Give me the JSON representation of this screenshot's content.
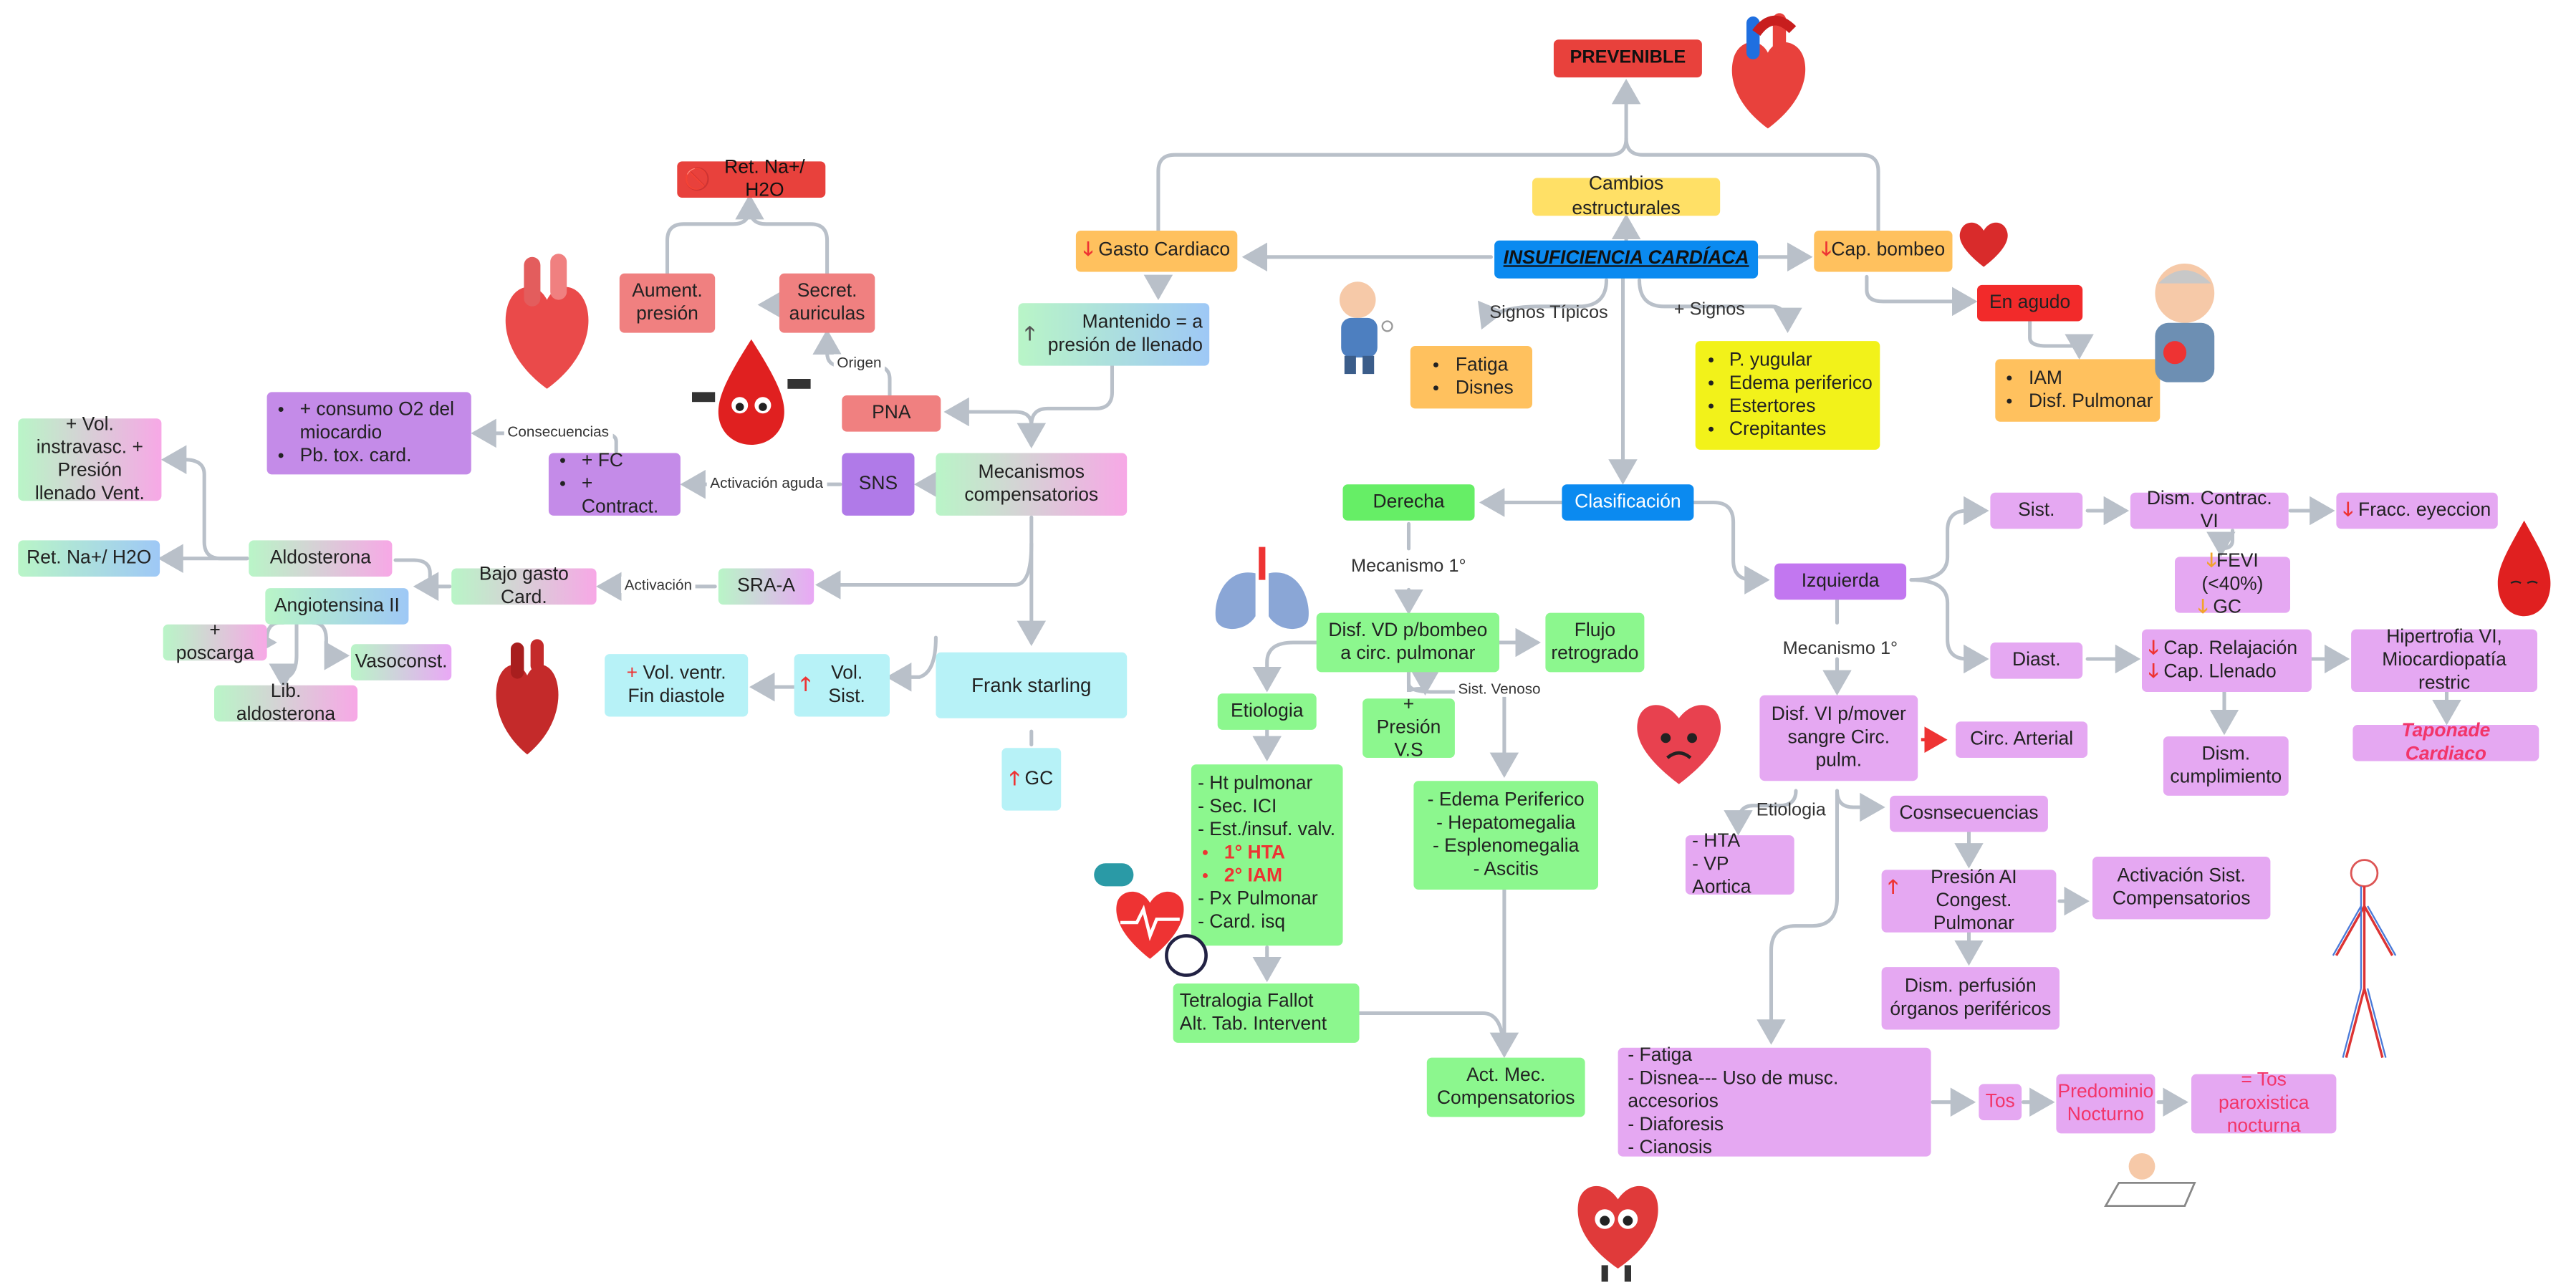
{
  "colors": {
    "link": "#b9c0c9",
    "red": "#e8413c",
    "blue": "#0b8af0",
    "green": "#8cf78e",
    "pink": "#e5a8f2"
  },
  "nodes": {
    "prevenible": "PREVENIBLE",
    "cambios": "Cambios estructurales",
    "ic": "INSUFICIENCIA CARDÍACA",
    "gasto": "Gasto Cardiaco",
    "cap_bombeo": "Cap. bombeo",
    "en_agudo": "En agudo",
    "agudo_list": [
      "IAM",
      "Disf. Pulmonar"
    ],
    "signos_tipicos": "Signos Típicos",
    "tipicos_list": [
      "Fatiga",
      "Disnes"
    ],
    "mas_signos": "+ Signos",
    "signos_list": [
      "P. yugular",
      "Edema periferico",
      "Estertores",
      "Crepitantes"
    ],
    "mantenido": "Mantenido = a presión de llenado",
    "clasificacion": "Clasificación",
    "derecha": "Derecha",
    "izquierda": "Izquierda",
    "mecanismos": "Mecanismos compensatorios",
    "pna": "PNA",
    "sns": "SNS",
    "sraa": "SRA-A",
    "frank": "Frank starling",
    "ret_na": "Ret. Na+/ H2O",
    "aument": "Aument. presión",
    "secret": "Secret. auriculas",
    "consumo_list": [
      "+ consumo O2 del miocardio",
      "Pb. tox. card."
    ],
    "fc_list": [
      "+ FC",
      "+ Contract."
    ],
    "vol_instra": "+ Vol. instravasc. + Presión llenado Vent.",
    "ret_na2": "Ret. Na+/ H2O",
    "aldosterona": "Aldosterona",
    "angiotensina": "Angiotensina II",
    "bajo_gasto": "Bajo gasto Card.",
    "poscarga": "+ poscarga",
    "vasoconst": "Vasoconst.",
    "lib_aldo": "Lib. aldosterona",
    "vol_fin_plus": "+",
    "vol_fin": "Vol. ventr. Fin diastole",
    "vol_sist": "Vol. Sist.",
    "gc": "GC",
    "mec1_der": "Mecanismo 1°",
    "disf_vd": "Disf. VD p/bombeo a circ. pulmonar",
    "flujo": "Flujo retrogrado",
    "etiologia": "Etiologia",
    "presion_vs": "+ Presión V.S",
    "sist_venoso": "Sist. Venoso",
    "etio_list_a": [
      "- Ht pulmonar",
      "- Sec. ICI",
      "- Est./insuf. valv."
    ],
    "etio_hta": "1° HTA",
    "etio_iam": "2° IAM",
    "etio_list_b": [
      "- Px Pulmonar",
      "- Card. isq"
    ],
    "edema_list": [
      "- Edema Periferico",
      "- Hepatomegalia",
      "- Esplenomegalia",
      "- Ascitis"
    ],
    "tetralogia": [
      "Tetralogia Fallot",
      "Alt. Tab. Intervent"
    ],
    "act_mec": "Act. Mec. Compensatorios",
    "mec1_izq": "Mecanismo 1°",
    "disf_vi": "Disf. VI p/mover sangre Circ. pulm.",
    "circ_art": "Circ. Arterial",
    "etiologia_izq": "Etiologia",
    "hta_vp": [
      "- HTA",
      "- VP Aortica"
    ],
    "consecuencias": "Cosnsecuencias",
    "presion_ai": "Presión AI Congest. Pulmonar",
    "activacion_sist": "Activación Sist. Compensatorios",
    "dism_perf": "Dism. perfusión órganos periféricos",
    "sintomas_list": [
      "- Fatiga",
      "- Disnea---  Uso de musc. accesorios",
      "- Diaforesis",
      "- Cianosis"
    ],
    "tos": "Tos",
    "predominio": "Predominio Nocturno",
    "tos_parox": "= Tos paroxistica nocturna",
    "sist": "Sist.",
    "diast": "Diast.",
    "dism_contrac": "Dism. Contrac. VI",
    "fracc": "Fracc. eyeccion",
    "fevi": "FEVI (<40%)",
    "gc2": "GC",
    "cap_relaj": "Cap. Relajación",
    "cap_llen": "Cap. Llenado",
    "hipertrofia": "Hipertrofia VI, Miocardiopatía restric",
    "dism_cump": "Dism. cumplimiento",
    "taponade": "Taponade Cardiaco"
  },
  "edge_labels": {
    "origen": "Origen",
    "consecuencias": "Consecuencias",
    "activacion_aguda": "Activación aguda",
    "activacion": "Activación"
  },
  "icons": [
    "heart-anatomical-icon",
    "heart-emoji-icon",
    "sick-elderly-icon",
    "sick-person-icon",
    "blood-drop-icon",
    "lungs-icon",
    "sad-heart-icon",
    "blood-pressure-icon",
    "heart-character-icon",
    "circulatory-system-icon",
    "sick-bed-icon"
  ]
}
